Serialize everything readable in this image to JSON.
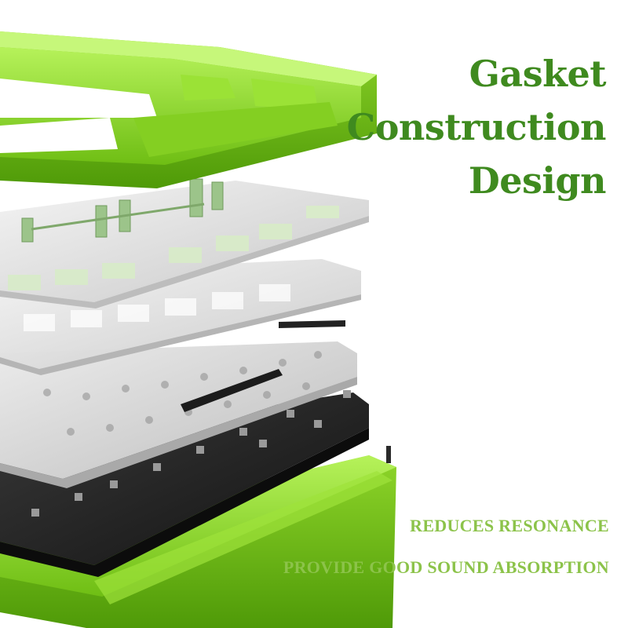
{
  "headline": {
    "line1": "Gasket",
    "line2": "Construction",
    "line3": "Design"
  },
  "features": [
    "REDUCES RESONANCE",
    "PROVIDE GOOD SOUND ABSORPTION"
  ],
  "colors": {
    "headline": "#3f8a1f",
    "feature": "#8cc34a",
    "frame_green": "#7ed321",
    "plate_gray": "#dcdcdc",
    "pcb_black": "#1e1e1e"
  }
}
